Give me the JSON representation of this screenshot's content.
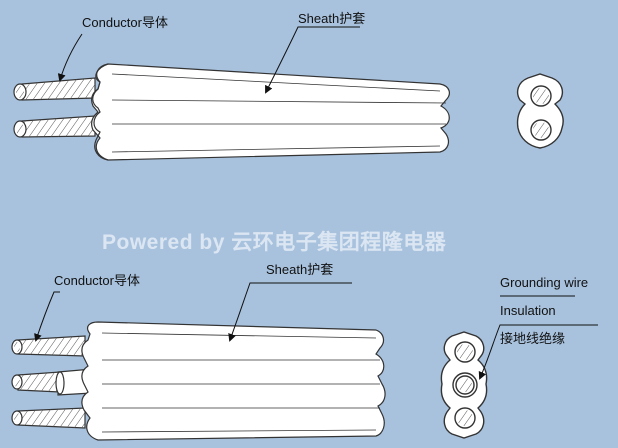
{
  "background_color": "#a8c2de",
  "cable_fill_color": "#ffffff",
  "outline_color": "#333333",
  "top_diagram": {
    "conductor_label": "Conductor导体",
    "sheath_label": "Sheath护套"
  },
  "bottom_diagram": {
    "conductor_label": "Conductor导体",
    "sheath_label": "Sheath护套",
    "grounding_wire_label": "Grounding wire",
    "insulation_label": "Insulation",
    "grounding_cn_label": "接地线绝缘"
  },
  "watermark": "Powered by 云环电子集团程隆电器"
}
